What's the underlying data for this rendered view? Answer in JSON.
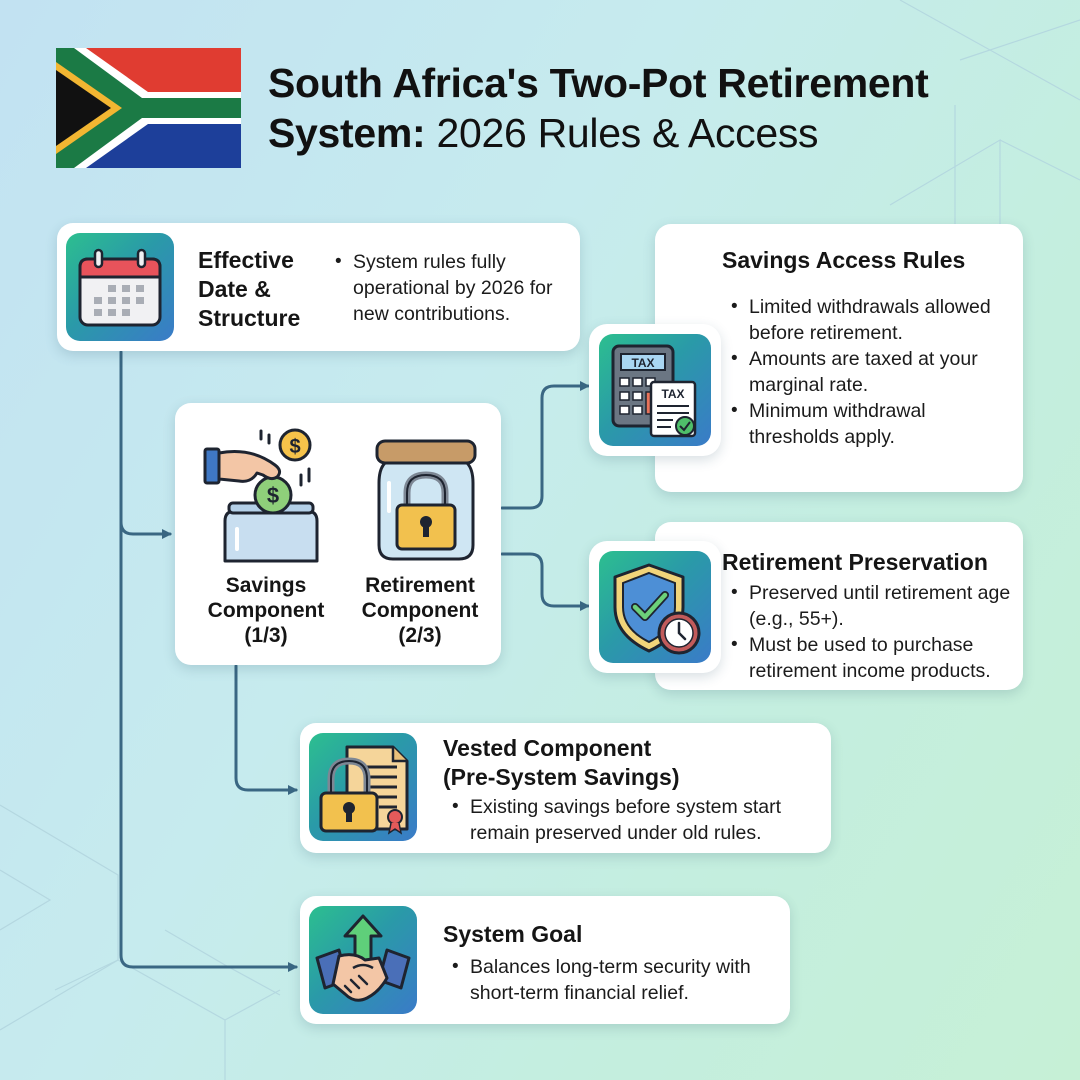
{
  "header": {
    "title_line1": "South Africa's Two-Pot Retirement",
    "title_line2_bold": "System:",
    "title_line2_regular": " 2026 Rules & Access",
    "flag_icon": "south-africa-flag"
  },
  "effective_date": {
    "icon": "calendar-icon",
    "heading_line1": "Effective",
    "heading_line2": "Date &",
    "heading_line3": "Structure",
    "bullets": [
      "System rules fully operational by 2026 for new contributions."
    ]
  },
  "components": {
    "savings": {
      "icon": "hand-coin-jar-icon",
      "label_line1": "Savings",
      "label_line2": "Component",
      "label_line3": "(1/3)"
    },
    "retirement": {
      "icon": "locked-jar-icon",
      "label_line1": "Retirement",
      "label_line2": "Component",
      "label_line3": "(2/3)"
    }
  },
  "savings_access": {
    "icon": "tax-calculator-icon",
    "heading": "Savings Access Rules",
    "tax_label_1": "TAX",
    "tax_label_2": "TAX",
    "bullets": [
      "Limited withdrawals allowed before retirement.",
      "Amounts are taxed at your marginal rate.",
      "Minimum withdrawal thresholds apply."
    ]
  },
  "retirement_preservation": {
    "icon": "shield-check-clock-icon",
    "heading": "Retirement Preservation",
    "bullets": [
      "Preserved until retirement age (e.g., 55+).",
      "Must be used to purchase retirement income products."
    ]
  },
  "vested": {
    "icon": "lock-document-icon",
    "heading_line1": "Vested Component",
    "heading_line2": "(Pre-System Savings)",
    "bullets": [
      "Existing savings before system start remain preserved under old rules."
    ]
  },
  "goal": {
    "icon": "handshake-arrow-icon",
    "heading": "System Goal",
    "bullets": [
      "Balances long-term security with short-term financial relief."
    ]
  },
  "colors": {
    "connector": "#3a6783",
    "tile_gradient_start": "#2cbf8f",
    "tile_gradient_end": "#3a7bc8",
    "flag_red": "#e03c31",
    "flag_blue": "#1d3f9a",
    "flag_green": "#1b7a45",
    "flag_gold": "#f2b632"
  }
}
